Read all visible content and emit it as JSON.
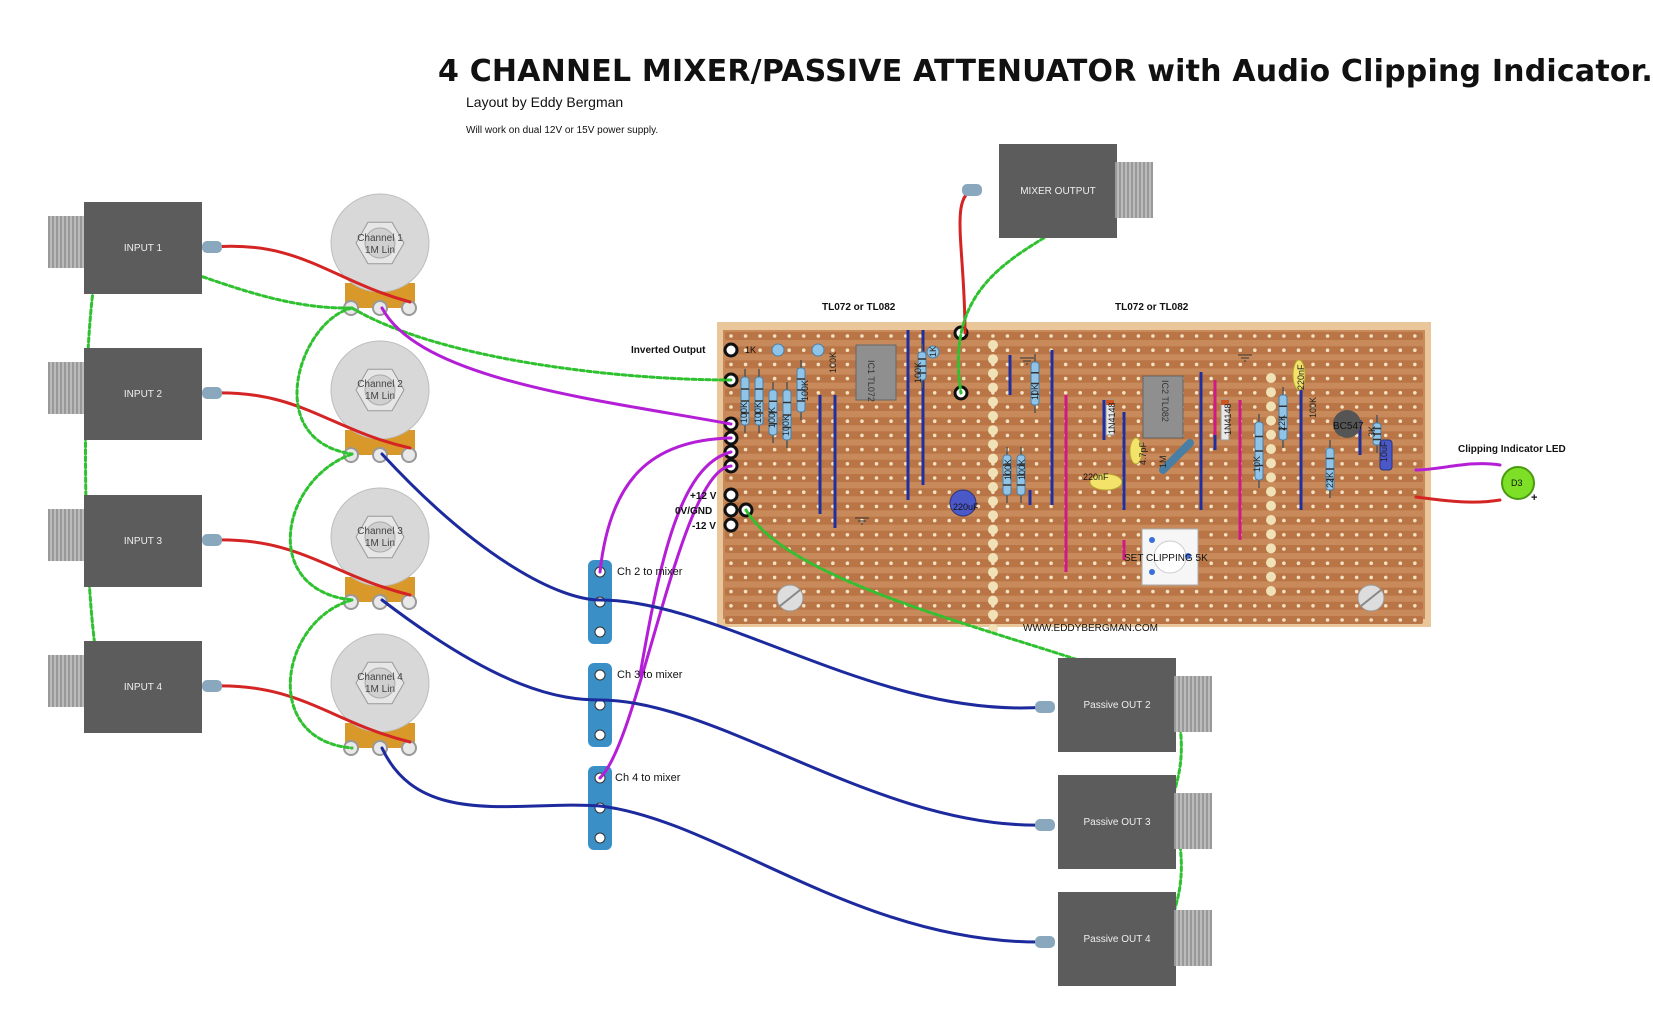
{
  "title": "4 CHANNEL MIXER/PASSIVE ATTENUATOR with Audio Clipping Indicator.",
  "subtitle": "Layout by Eddy Bergman",
  "note": "Will work on dual 12V or 15V power supply.",
  "inputs": [
    "INPUT 1",
    "INPUT 2",
    "INPUT 3",
    "INPUT 4"
  ],
  "pots": [
    {
      "name": "Channel 1",
      "value": "1M Lin"
    },
    {
      "name": "Channel 2",
      "value": "1M Lin"
    },
    {
      "name": "Channel 3",
      "value": "1M Lin"
    },
    {
      "name": "Channel 4",
      "value": "1M Lin"
    }
  ],
  "mixer_output": "MIXER OUTPUT",
  "passive_outs": [
    "Passive OUT 2",
    "Passive OUT 3",
    "Passive OUT 4"
  ],
  "to_mixer": [
    "Ch 2 to mixer",
    "Ch 3 to mixer",
    "Ch 4 to mixer"
  ],
  "board": {
    "ic1_header": "TL072 or TL082",
    "ic2_header": "TL072 or TL082",
    "inverted_output": "Inverted Output",
    "plus12": "+12 V",
    "gnd": "0V/GND",
    "minus12": "-12 V",
    "website": "WWW.EDDYBERGMAN.COM",
    "set_clipping": "SET CLIPPING 5K",
    "ic1": "IC1 TL072",
    "ic2": "IC2 TL082",
    "transistor": "BC547",
    "led_label": "Clipping Indicator LED",
    "led_ref": "D3",
    "led_plus": "+",
    "parts": {
      "r1k_a": "1K",
      "r1k_b": "1K",
      "r100k_a": "100K",
      "r100k_b": "100K",
      "r100k_c": "100K",
      "r100k_d": "100K",
      "r100k_e": "100K",
      "r100k_f": "100K",
      "r100k_g": "100K",
      "r100k_h": "100K",
      "r10k_a": "10K",
      "r10k_b": "10K",
      "r1m": "1M",
      "r22k_a": "22K",
      "r22k_b": "22K",
      "r3k": "3K",
      "d1": "1N4148",
      "d2": "1N4148",
      "c220nf_a": "220nF",
      "c220nf_b": "220nF",
      "c47pf": "4.7pF",
      "c220uf": "220uF",
      "c10uf": "10uF"
    }
  },
  "colors": {
    "board": "#c88a5a",
    "strip": "#b97546",
    "hole": "#f3e2c4",
    "cut_blue": "#1f2fa0",
    "link_pink": "#d01888",
    "wire_red": "#d42424",
    "wire_green": "#2fc12f",
    "wire_purple": "#b31ed6",
    "wire_blue": "#1c2a9e",
    "jack": "#5c5c5c",
    "led": "#7de026"
  }
}
